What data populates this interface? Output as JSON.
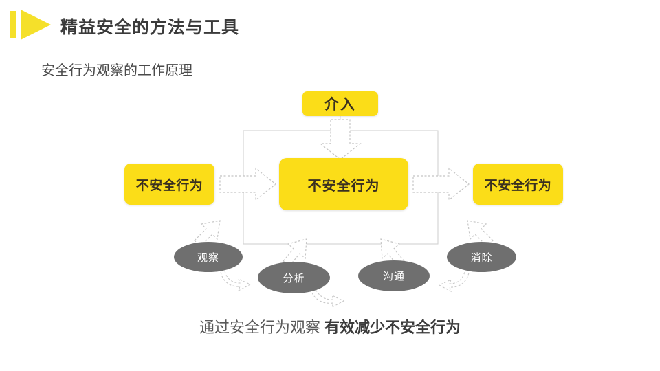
{
  "header": {
    "title": "精益安全的方法与工具",
    "logo_icon": "play-triangle-icon",
    "accent_color": "#F5E02A"
  },
  "subtitle": "安全行为观察的工作原理",
  "diagram": {
    "frame_label": "observation-cycle-frame",
    "boxes": [
      {
        "id": "intervene",
        "label": "介入",
        "color": "#FBDD18"
      },
      {
        "id": "left",
        "label": "不安全行为",
        "color": "#FBDD18"
      },
      {
        "id": "center",
        "label": "不安全行为",
        "color": "#FBDD18"
      },
      {
        "id": "right",
        "label": "不安全行为",
        "color": "#FBDD18"
      }
    ],
    "nodes": [
      {
        "id": "observe",
        "label": "观察",
        "color": "#6F6F6F"
      },
      {
        "id": "analyze",
        "label": "分析",
        "color": "#6F6F6F"
      },
      {
        "id": "communicate",
        "label": "沟通",
        "color": "#6F6F6F"
      },
      {
        "id": "eliminate",
        "label": "消除",
        "color": "#6F6F6F"
      }
    ],
    "arrow_style": "dashed-outline",
    "arrow_color": "#BFBFBF"
  },
  "footer": {
    "normal_text": "通过安全行为观察",
    "bold_text": "有效减少不安全行为"
  }
}
